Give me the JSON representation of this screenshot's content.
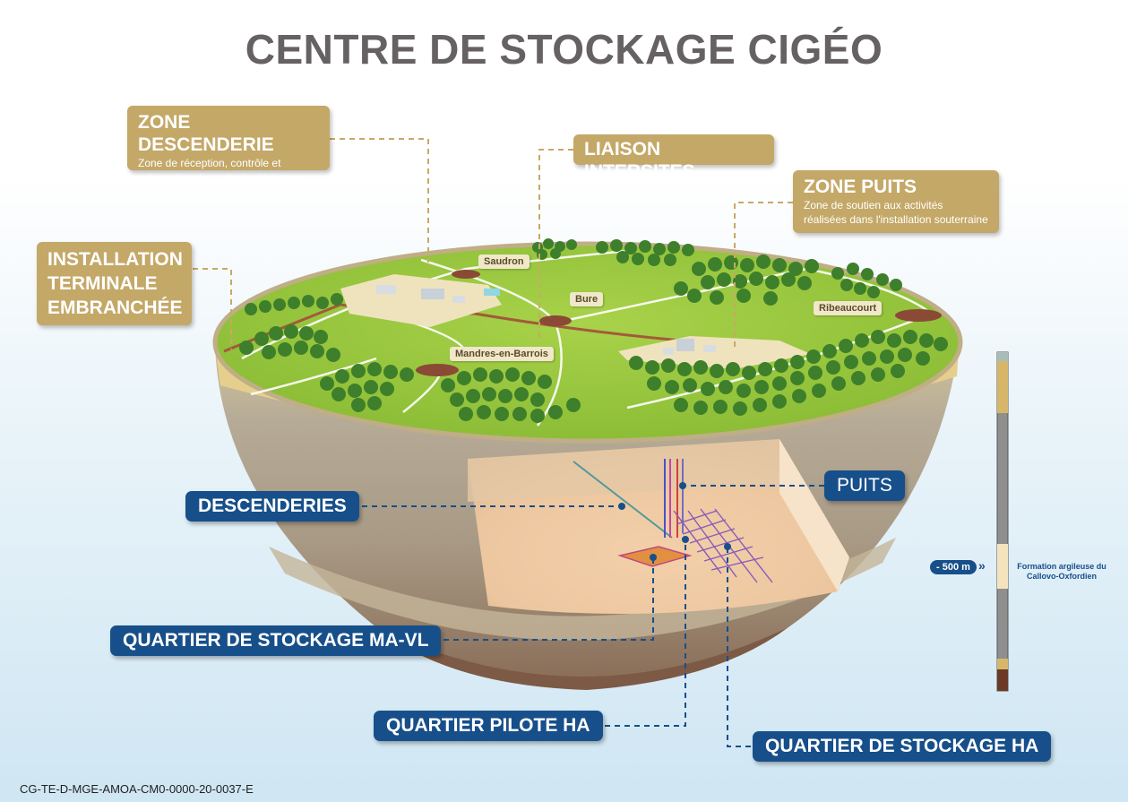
{
  "title": "CENTRE DE STOCKAGE CIGÉO",
  "reference": "CG-TE-D-MGE-AMOA-CM0-0000-20-0037-E",
  "surface_labels": {
    "zone_descenderie": {
      "title": "ZONE DESCENDERIE",
      "description": "Zone de réception, contrôle et préparation des colis de déchets"
    },
    "liaison_intersites": {
      "title": "LIAISON INTERSITES"
    },
    "zone_puits": {
      "title": "ZONE PUITS",
      "description": "Zone de soutien aux activités réalisées dans l'installation souterraine"
    },
    "installation_terminale": {
      "line1": "INSTALLATION",
      "line2": "TERMINALE",
      "line3": "EMBRANCHÉE"
    }
  },
  "towns": [
    "Saudron",
    "Bure",
    "Ribeaucourt",
    "Mandres-en-Barrois"
  ],
  "underground_labels": {
    "descenderies": "DESCENDERIES",
    "puits": "PUITS",
    "quartier_ma_vl": "QUARTIER DE STOCKAGE MA-VL",
    "quartier_pilote_ha": "QUARTIER PILOTE HA",
    "quartier_ha": "QUARTIER DE STOCKAGE HA"
  },
  "depth_scale": {
    "depth_label": "- 500 m",
    "arrow": "»",
    "formation_line1": "Formation argileuse du",
    "formation_line2": "Callovo-Oxfordien"
  },
  "colors": {
    "title": "#666163",
    "gold_label": "#c4a868",
    "blue_label": "#174f8a",
    "grass": "#98c43c"
  },
  "icons": [
    "tree-icon"
  ]
}
